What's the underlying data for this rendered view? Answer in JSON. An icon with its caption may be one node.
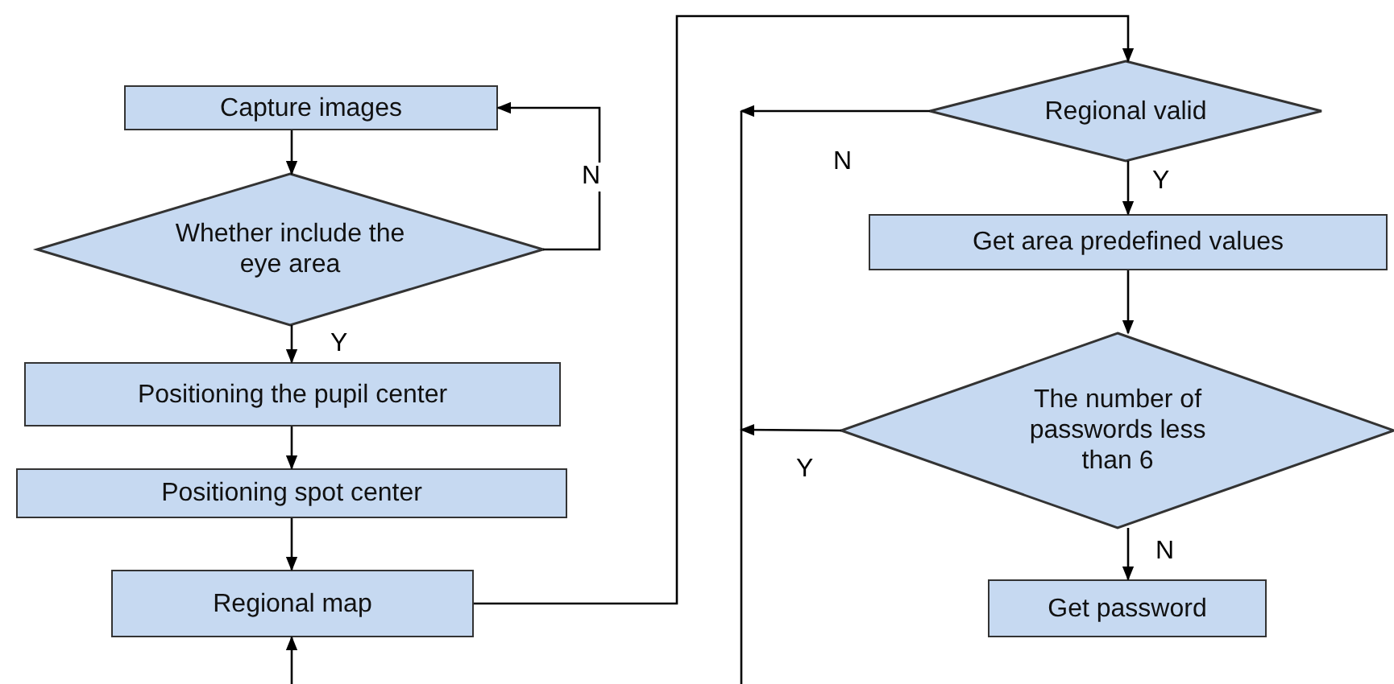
{
  "diagram": {
    "nodes": [
      {
        "text": [
          "Capture images"
        ]
      },
      {
        "text": [
          "Whether include the eye area"
        ]
      },
      {
        "text": [
          "Positioning the pupil center"
        ]
      },
      {
        "text": [
          "Positioning spot center"
        ]
      },
      {
        "text": [
          "Regional map"
        ]
      },
      {
        "text": [
          "Regional valid"
        ]
      },
      {
        "text": [
          "Get area predefined values"
        ]
      },
      {
        "text": [
          "The number of passwords less than 6"
        ]
      },
      {
        "text": [
          "Get password"
        ]
      }
    ],
    "edges": [
      {
        "from": 0,
        "to": 1,
        "arrow": "to"
      },
      {
        "from": 1,
        "to": 0,
        "arrow": "to",
        "label": "N"
      },
      {
        "from": 1,
        "to": 2,
        "arrow": "to",
        "label": "Y"
      },
      {
        "from": 2,
        "to": 3,
        "arrow": "to"
      },
      {
        "from": 3,
        "to": 4,
        "arrow": "to"
      },
      {
        "from": 4,
        "to": 5,
        "arrow": "to"
      },
      {
        "from": 5,
        "to": null,
        "arrow": "to",
        "label": "N"
      },
      {
        "from": 5,
        "to": 6,
        "arrow": "to",
        "label": "Y"
      },
      {
        "from": 6,
        "to": 7,
        "arrow": "to"
      },
      {
        "from": 7,
        "to": null,
        "arrow": "to",
        "label": "Y"
      },
      {
        "from": 7,
        "to": 8,
        "arrow": "to",
        "label": "N"
      },
      {
        "from": null,
        "to": 4,
        "arrow": "to"
      }
    ]
  }
}
